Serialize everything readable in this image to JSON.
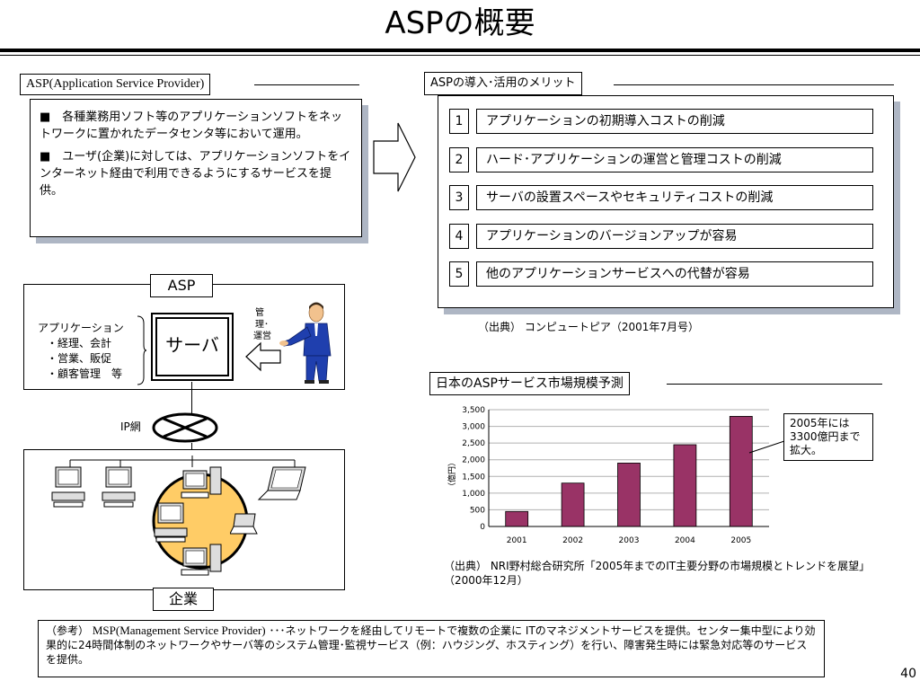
{
  "title": "ASPの概要",
  "page_number": "40",
  "definition": {
    "label": "ASP(Application Service Provider)",
    "points": [
      "■　各種業務用ソフト等のアプリケーションソフトをネットワークに置かれたデータセンタ等において運用。",
      "■　ユーザ(企業)に対しては、アプリケーションソフトをインターネット経由で利用できるようにするサービスを提供。"
    ]
  },
  "merits": {
    "label": "ASPの導入･活用のメリット",
    "items": [
      {
        "num": "1",
        "text": "アプリケーションの初期導入コストの削減"
      },
      {
        "num": "2",
        "text": "ハード･アプリケーションの運営と管理コストの削減"
      },
      {
        "num": "3",
        "text": "サーバの設置スペースやセキュリティコストの削減"
      },
      {
        "num": "4",
        "text": "アプリケーションのバージョンアップが容易"
      },
      {
        "num": "5",
        "text": "他のアプリケーションサービスへの代替が容易"
      }
    ],
    "source": "（出典） コンピュートピア（2001年7月号）"
  },
  "diagram": {
    "asp_label": "ASP",
    "server_label": "サーバ",
    "apps": [
      "アプリケーション",
      "・経理、会計",
      "・営業、販促",
      "・顧客管理　等"
    ],
    "manage_lines": [
      "管",
      "理･",
      "運営"
    ],
    "ip_label": "IP網",
    "company_label": "企業"
  },
  "chart_title": "日本のASPサービス市場規模予測",
  "chart_data": {
    "type": "bar",
    "categories": [
      "2001",
      "2002",
      "2003",
      "2004",
      "2005"
    ],
    "values": [
      450,
      1300,
      1900,
      2450,
      3300
    ],
    "ylabel": "（億円）",
    "ylim": [
      0,
      3500
    ],
    "yticks": [
      "0",
      "500",
      "1,000",
      "1,500",
      "2,000",
      "2,500",
      "3,000",
      "3,500"
    ],
    "bar_color": "#993366",
    "grid": true,
    "annotation": "2005年には3300億円まで拡大。",
    "source": "（出典） NRI野村総合研究所「2005年までのIT主要分野の市場規模とトレンドを展望」（2000年12月）"
  },
  "note": {
    "prefix": "（参考）",
    "term": "MSP(Management Service Provider)",
    "body": "･･･ネットワークを経由してリモートで複数の企業に ITのマネジメントサービスを提供。センター集中型により効果的に24時間体制のネットワークやサーバ等のシステム管理･監視サービス（例：ハウジング、ホスティング）を行い、障害発生時には緊急対応等のサービスを提供。"
  }
}
